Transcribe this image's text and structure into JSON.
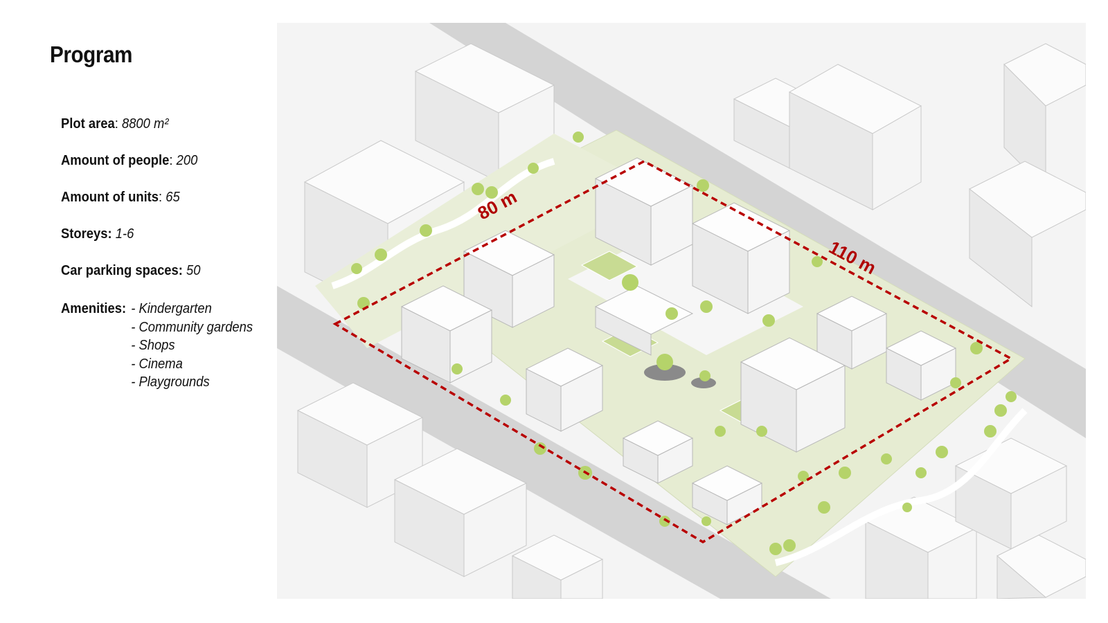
{
  "title": "Program",
  "specs": {
    "plot_area": {
      "label": "Plot area",
      "sep": ": ",
      "value": "8800 m²"
    },
    "people": {
      "label": "Amount of people",
      "sep": ": ",
      "value": "200"
    },
    "units": {
      "label": "Amount of units",
      "sep": ": ",
      "value": "65"
    },
    "storeys": {
      "label": "Storeys:",
      "sep": " ",
      "value": "1-6"
    },
    "parking": {
      "label": "Car parking spaces:",
      "sep": " ",
      "value": "50"
    },
    "amenities": {
      "label": "Amenities:",
      "items": [
        "- Kindergarten",
        "- Community gardens",
        "- Shops",
        "- Cinema",
        "- Playgrounds"
      ]
    }
  },
  "diagram": {
    "dim_short": "80 m",
    "dim_long": "110 m",
    "colors": {
      "boundary": "#b80000",
      "greenery": "#e6ecd2",
      "tree": "#b5d36a",
      "road": "#d2d2d2",
      "building": "#fbfbfb"
    }
  }
}
